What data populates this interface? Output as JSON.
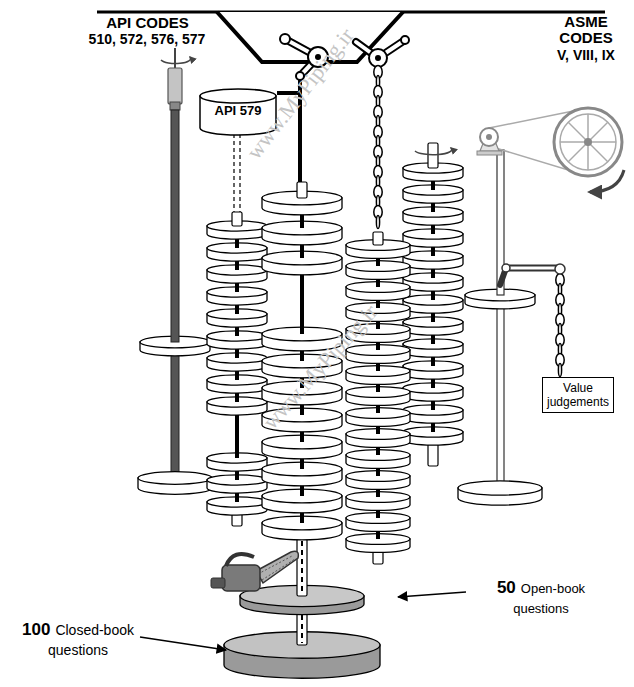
{
  "diagram": {
    "nodes": [
      {
        "text": [
          "API 579"
        ]
      },
      {
        "text": [
          "Value judgements"
        ]
      }
    ],
    "labels": [
      "API CODES",
      "510, 572, 576, 577",
      "ASME CODES",
      "V, VIII, IX",
      "50",
      "Open-book questions",
      "100",
      "Closed-book questions",
      "www.MyPiping.ir",
      "www.MyPiping.ir"
    ]
  }
}
